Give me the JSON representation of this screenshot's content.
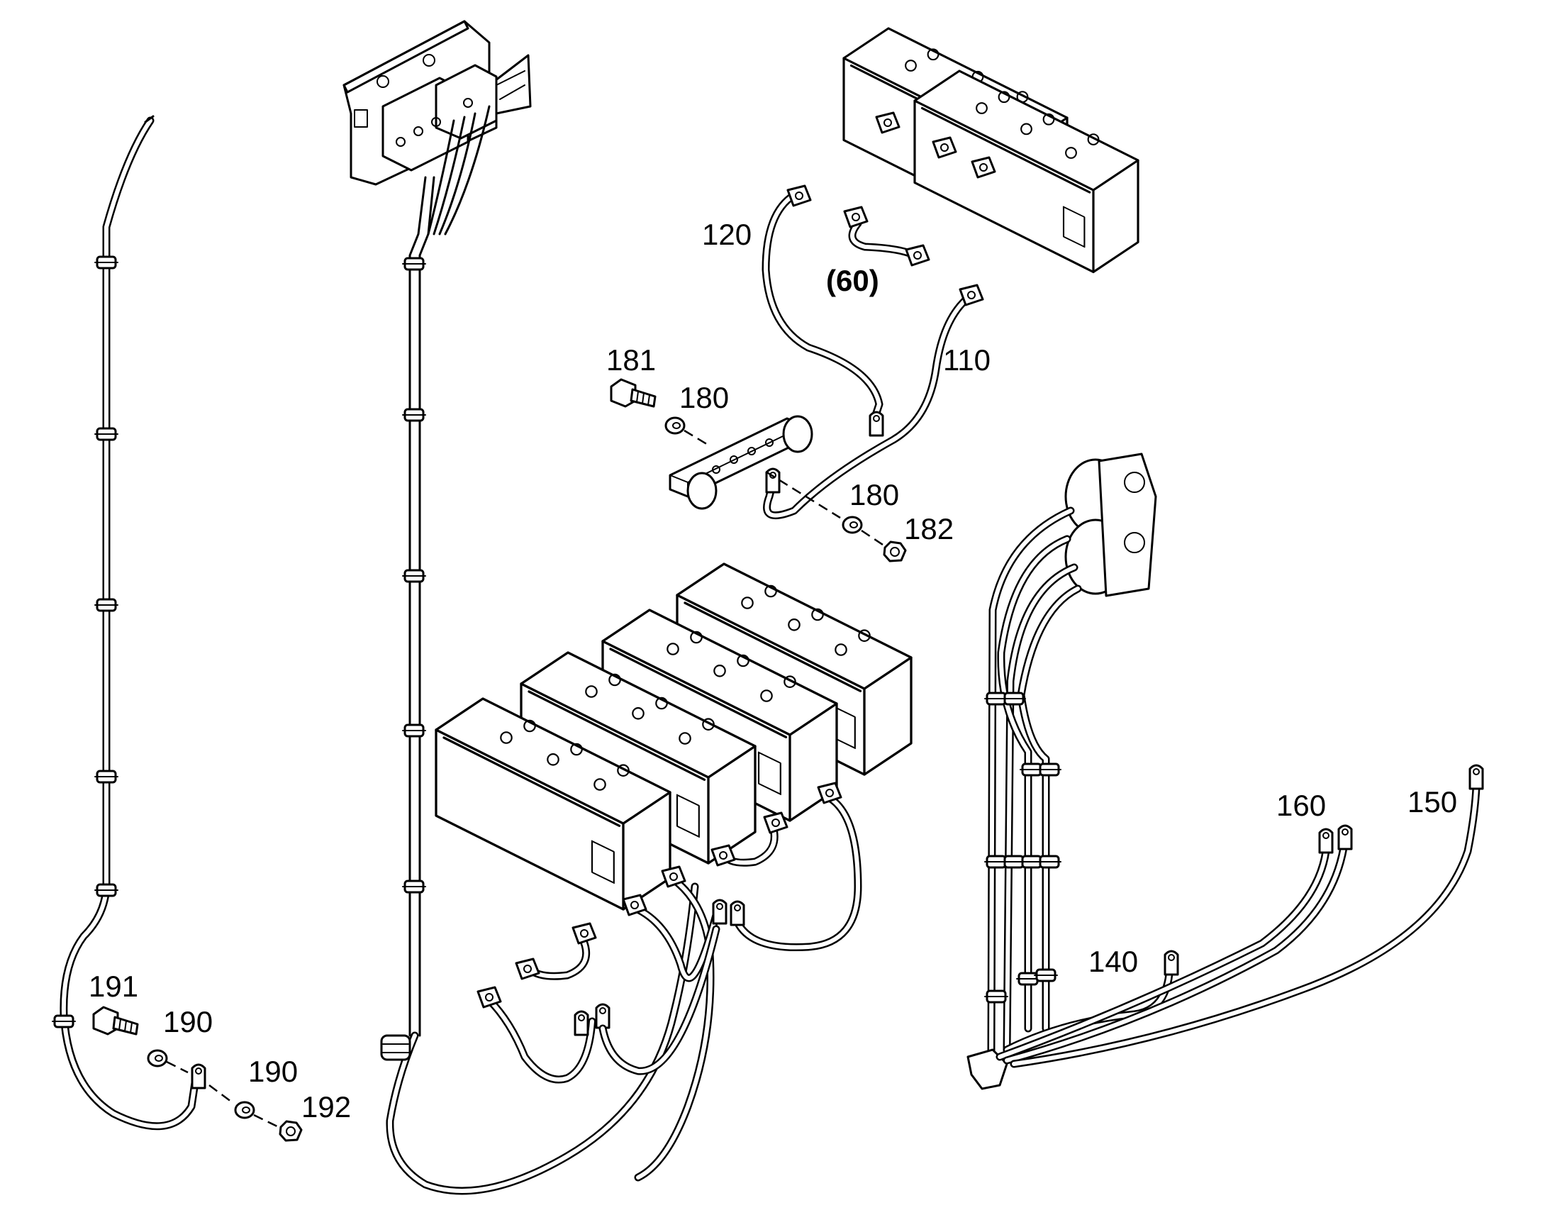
{
  "callouts": {
    "c120": "120",
    "c60": "(60)",
    "c110": "110",
    "c181": "181",
    "c180a": "180",
    "c180b": "180",
    "c182": "182",
    "c160": "160",
    "c150": "150",
    "c140": "140",
    "c191": "191",
    "c190a": "190",
    "c190b": "190",
    "c192": "192"
  },
  "colors": {
    "line": "#000000",
    "background": "#ffffff"
  }
}
